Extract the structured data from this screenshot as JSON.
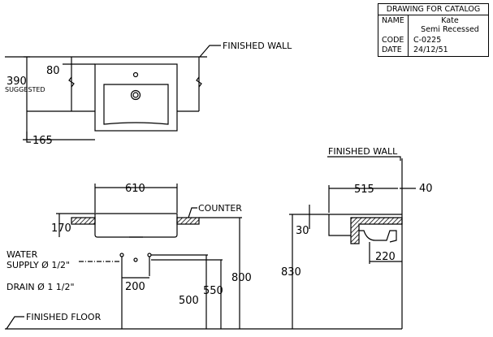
{
  "title_block": {
    "heading": "DRAWING FOR CATALOG",
    "name_label": "NAME",
    "name_value_1": "Kate",
    "name_value_2": "Semi Recessed",
    "code_label": "CODE",
    "code_value": "C-0225",
    "date_label": "DATE",
    "date_value": "24/12/51"
  },
  "top_view": {
    "finished_wall": "FINISHED WALL",
    "dim_80": "80",
    "dim_390": "390",
    "suggested": "SUGGESTED",
    "dim_165": "165"
  },
  "front_view": {
    "dim_610": "610",
    "counter": "COUNTER",
    "dim_170": "170",
    "water_supply_1": "WATER",
    "water_supply_2": "SUPPLY Ø 1/2\"",
    "drain": "DRAIN Ø 1  1/2\"",
    "dim_200": "200",
    "dim_500": "500",
    "dim_550": "550",
    "dim_800": "800",
    "finished_floor": "FINISHED FLOOR"
  },
  "side_view": {
    "finished_wall": "FINISHED WALL",
    "dim_515": "515",
    "dim_40": "40",
    "dim_30": "30",
    "dim_220": "220",
    "dim_830": "830"
  }
}
